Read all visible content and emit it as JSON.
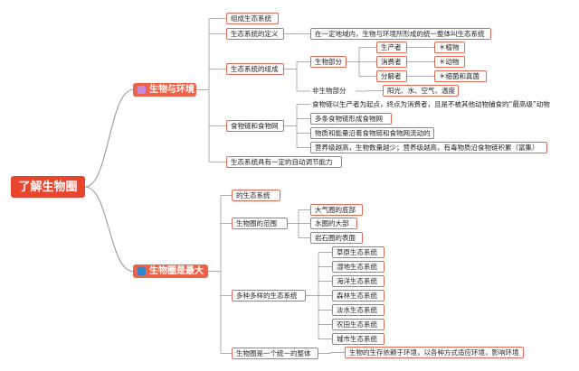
{
  "root": "了解生物圈",
  "colors": {
    "line": "#9a9a9a",
    "box_border": "#e06a55",
    "root_bg": "#e8452f",
    "branch_bg": "#ee6248",
    "icon1": "#c98ad6",
    "icon2": "#2e86c9"
  },
  "branches": [
    {
      "label": "生物与环境",
      "icon": "flower-icon"
    },
    {
      "label": "生物圈是最大",
      "icon": "square-icon"
    }
  ],
  "n": {
    "zc": "组成生态系统",
    "dy": "生态系统的定义",
    "dy_t": "在一定地域内，生物与环境所形成的统一整体叫生态系统",
    "zu": "生态系统的组成",
    "swbf": "生物部分",
    "scz": "生产者",
    "xfz": "消费者",
    "fjz": "分解者",
    "zw": "＊植物",
    "dw": "＊动物",
    "xj": "＊细菌和真菌",
    "fsw": "非生物部分",
    "yg": "阳光、水、空气、温度",
    "sl": "食物链和食物网",
    "sl1": "食物链以生产者为起点，终点为消费者，且是不被其他动物捕食的“最高级”动物",
    "sl2": "多条食物链形成食物网",
    "sl3": "物质和能量沿着食物链和食物网流动的",
    "sl4": "营养级越高，生物数量越少；营养级越高，有毒物质沿食物链积累（富集）",
    "zd": "生态系统具有一定的自动调节能力",
    "dst": "的生态系统",
    "fw": "生物圈的范围",
    "dq": "大气圈的底部",
    "sq": "水圈的大部",
    "ys": "岩石圈的表面",
    "dy2": "多种多样的生态系统",
    "e1": "草原生态系统",
    "e2": "湿地生态系统",
    "e3": "海洋生态系统",
    "e4": "森林生态系统",
    "e5": "淡水生态系统",
    "e6": "农田生态系统",
    "e7": "城市生态系统",
    "zt": "生物圈是一个统一的整体",
    "zt_t": "生物的生存依赖于环境，以各种方式适应环境，影响环境"
  }
}
